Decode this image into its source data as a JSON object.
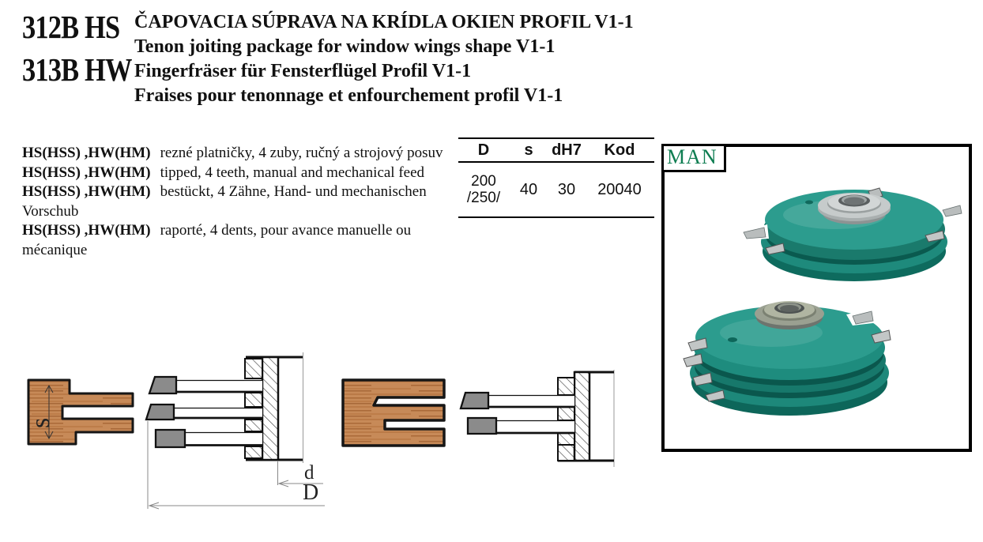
{
  "header": {
    "codes": [
      "312B HS",
      "313B HW"
    ],
    "titles": [
      "ČAPOVACIA SÚPRAVA NA KRÍDLA OKIEN PROFIL V1-1",
      "Tenon joiting package for window wings shape V1-1",
      "Fingerfräser für Fensterflügel Profil V1-1",
      "Fraises pour tenonnage et enfourchement profil V1-1"
    ]
  },
  "descriptions": [
    {
      "prefix": "HS(HSS) ,HW(HM)",
      "text": "rezné platničky, 4 zuby, ručný a strojový posuv"
    },
    {
      "prefix": "HS(HSS) ,HW(HM)",
      "text": "tipped, 4 teeth, manual and mechanical feed"
    },
    {
      "prefix": "HS(HSS) ,HW(HM)",
      "text": "bestückt, 4 Zähne, Hand- und mechanischen Vorschub"
    },
    {
      "prefix": "HS(HSS) ,HW(HM)",
      "text": "raporté, 4 dents, pour avance manuelle ou mécanique"
    }
  ],
  "spec_table": {
    "headers": [
      "D",
      "s",
      "dH7",
      "Kod"
    ],
    "row": {
      "d_lines": [
        "200",
        "/250/"
      ],
      "s": "40",
      "dh7": "30",
      "kod": "20040"
    }
  },
  "photo_panel": {
    "badge_label": "MAN"
  },
  "diagram": {
    "dim_s": "s",
    "dim_d": "d",
    "dim_big_d": "D"
  },
  "colors": {
    "badge_green": "#0e7d51",
    "cutter_teal_face": "#2c9c8e",
    "cutter_teal_dark": "#0a5a4f",
    "wood_brown": "#c78a58",
    "tip_gray": "#8b8b8b"
  }
}
